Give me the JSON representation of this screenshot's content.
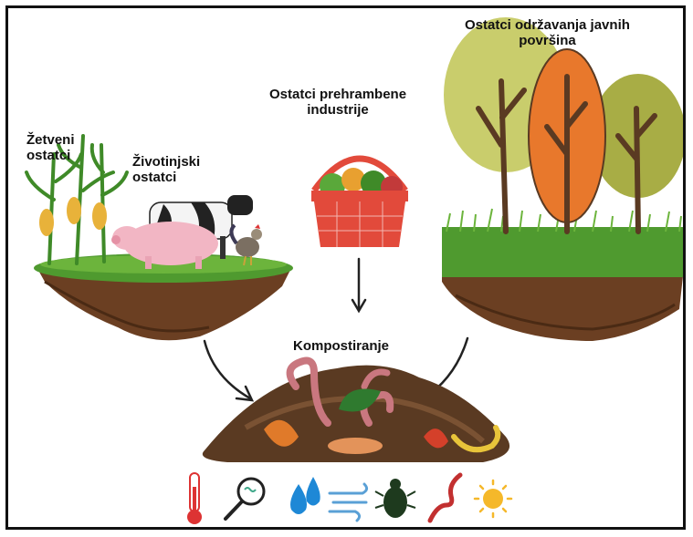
{
  "labels": {
    "crop_residue": [
      "Žetveni",
      "ostatci"
    ],
    "animal_residue": [
      "Životinjski",
      "ostatci"
    ],
    "food_industry": [
      "Ostatci prehrambene",
      "industrije"
    ],
    "public_areas": [
      "Ostatci održavanja javnih",
      "površina"
    ],
    "composting": "Kompostiranje"
  },
  "process_icons": [
    "thermometer-icon",
    "microscope-icon",
    "water-drops-icon",
    "wind-icon",
    "beetle-icon",
    "worm-icon",
    "sun-icon"
  ],
  "colors": {
    "grass": "#4f9a2f",
    "soil": "#6b3f22",
    "compost": "#5a3a22",
    "basket": "#e24a3b",
    "tree_orange": "#e8782c",
    "tree_green": "#c9cd6c"
  }
}
